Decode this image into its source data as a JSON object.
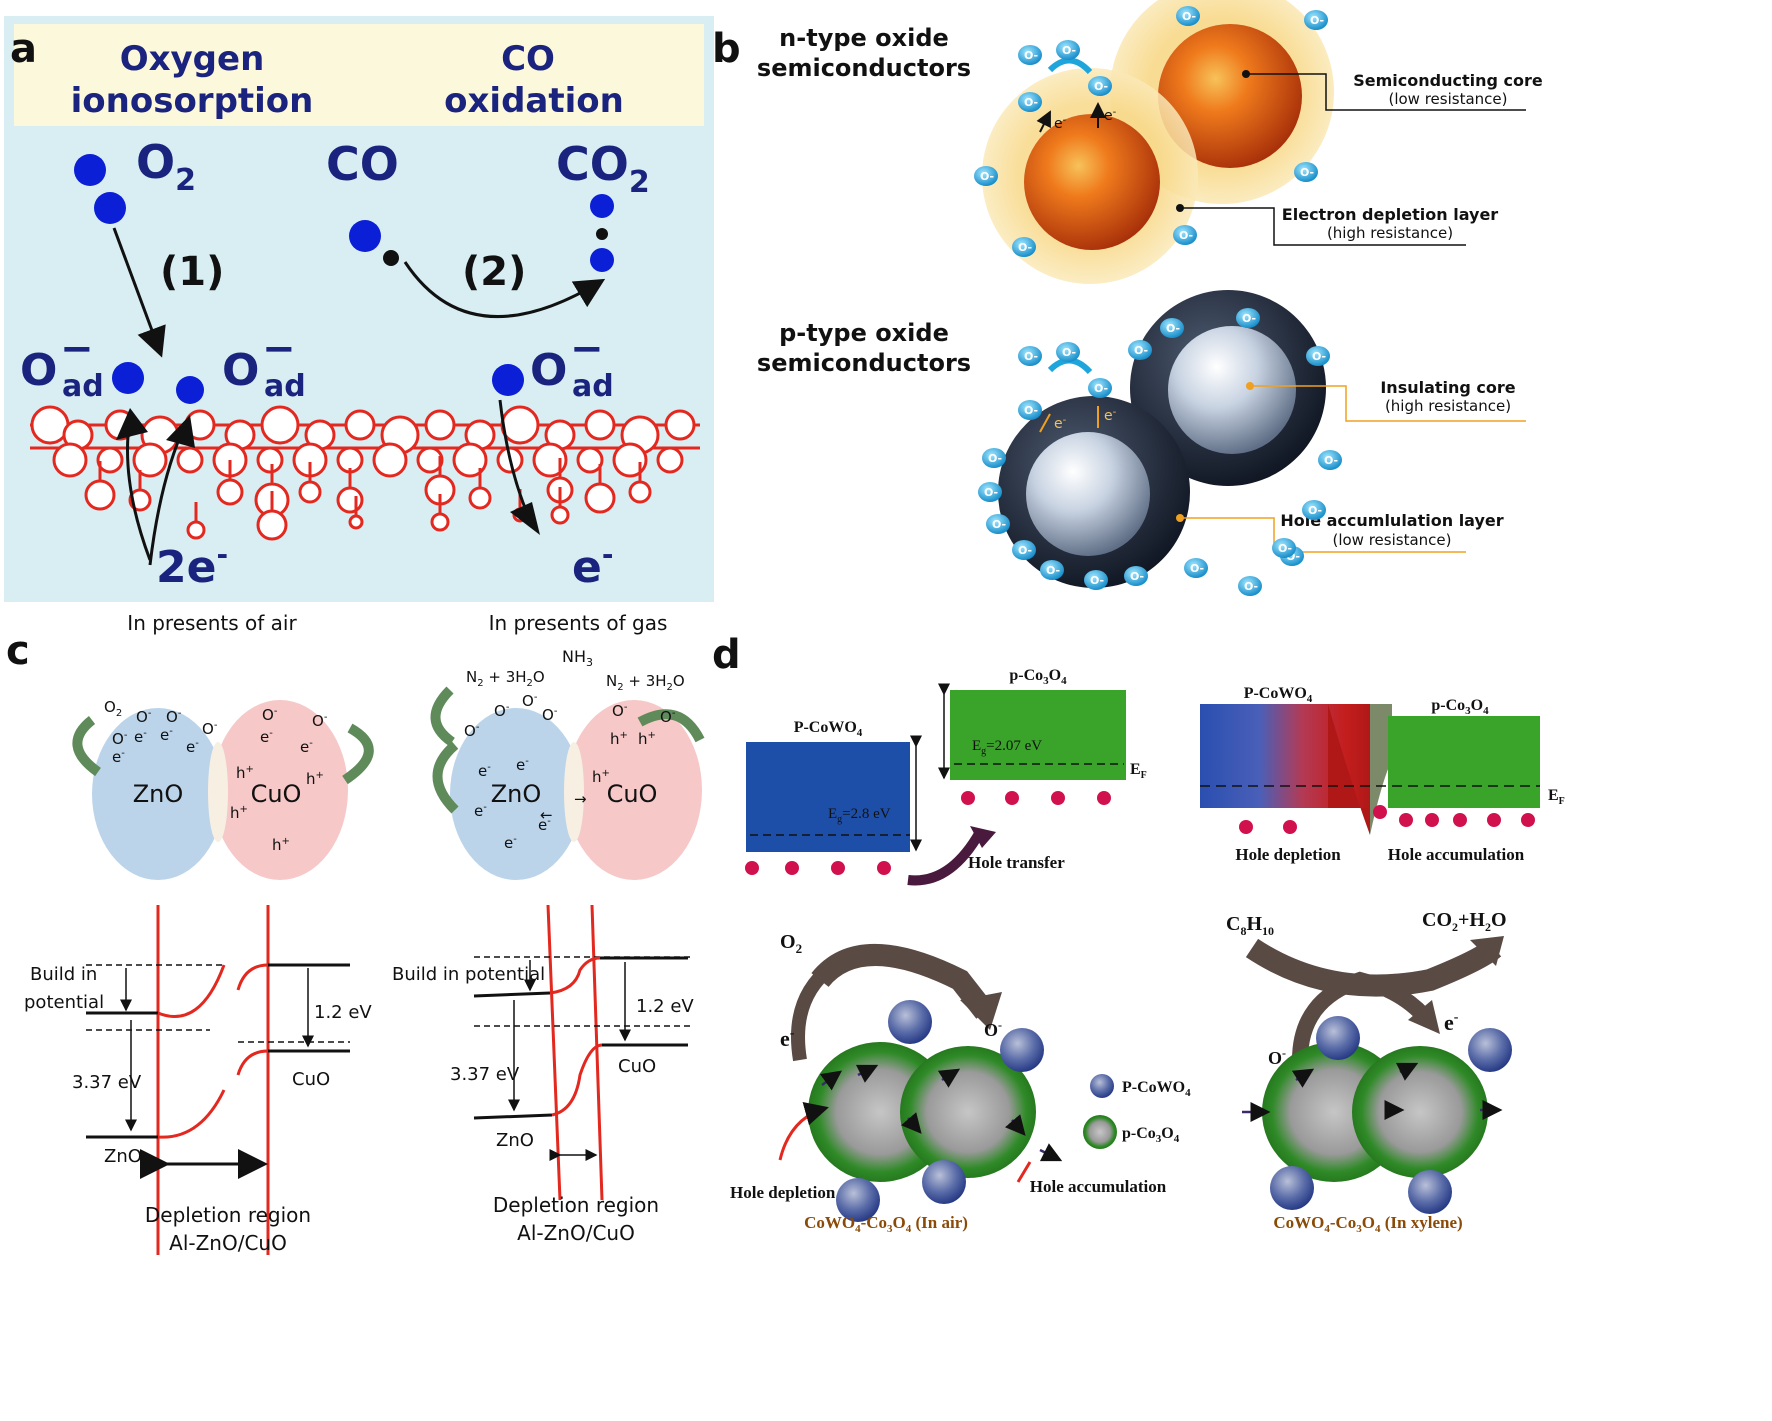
{
  "panels": {
    "a": {
      "label": "a",
      "header_left_line1": "Oxygen",
      "header_left_line2": "ionosorption",
      "header_right_line1": "CO",
      "header_right_line2": "oxidation",
      "o2_main": "O",
      "o2_sub": "2",
      "co_label": "CO",
      "co2_main": "CO",
      "co2_sub": "2",
      "step1": "(1)",
      "step2": "(2)",
      "oad_main": "O",
      "oad_sub": "ad",
      "oad_charge": "−",
      "electrons_left": "2e",
      "electrons_left_sup": "-",
      "electron_right": "e",
      "electron_right_sup": "-"
    },
    "b": {
      "label": "b",
      "n_title_line1": "n-type oxide",
      "n_title_line2": "semiconductors",
      "p_title_line1": "p-type oxide",
      "p_title_line2": "semiconductors",
      "n_core_label": "Semiconducting core",
      "n_core_sub": "(low resistance)",
      "n_layer_label": "Electron depletion layer",
      "n_layer_sub": "(high resistance)",
      "p_core_label": "Insulating core",
      "p_core_sub": "(high resistance)",
      "p_layer_label": "Hole accumlulation layer",
      "p_layer_sub": "(low resistance)",
      "ion_symbol": "O",
      "ion_charge": "-",
      "electron": "e",
      "electron_charge": "-"
    },
    "c": {
      "label": "c",
      "caption_air": "In presents of air",
      "caption_gas": "In presents of  gas",
      "zno": "ZnO",
      "cuo": "CuO",
      "o2_main": "O",
      "o2_sub": "2",
      "ion": "O",
      "ion_charge": "-",
      "electron": "e",
      "electron_charge": "-",
      "hole": "h",
      "hole_charge": "+",
      "nh3": "NH",
      "nh3_sub": "3",
      "n2_left": "N",
      "n2_sub": "2",
      "plus_water": " + 3H",
      "water_sub": "2",
      "water_end": "O",
      "build_in_line1": "Build in",
      "build_in_line2": "potential",
      "build_in_single": "Build in potential",
      "gap_zno": "3.37 eV",
      "offset": "1.2 eV",
      "depletion_line1": "Depletion region",
      "depletion_line2": "Al-ZnO/CuO"
    },
    "d": {
      "label": "d",
      "pcowo4_main": "P-CoWO",
      "pcowo4_sub": "4",
      "pco3o4_main": "p-Co",
      "pco3o4_sub1": "3",
      "pco3o4_mid": "O",
      "pco3o4_sub2": "4",
      "eg_blue_main": "E",
      "eg_blue_sub": "g",
      "eg_blue_val": "=2.8 eV",
      "eg_green_main": "E",
      "eg_green_sub": "g",
      "eg_green_val": "=2.07 eV",
      "ef_main": "E",
      "ef_sub": "F",
      "hole_transfer": "Hole transfer",
      "hole_depletion": "Hole depletion",
      "hole_accumulation": "Hole accumulation",
      "o2_main": "O",
      "o2_sub": "2",
      "electron": "e",
      "electron_charge": "-",
      "ion": "O",
      "ion_charge": "-",
      "c8h10_c": "C",
      "c8h10_8": "8",
      "c8h10_h": "H",
      "c8h10_10": "10",
      "products_co": "CO",
      "products_2a": "2",
      "products_plus": "+H",
      "products_2b": "2",
      "products_o": "O",
      "legend_pcowo4": "P-CoWO",
      "legend_pcowo4_sub": "4",
      "legend_pco3o4": "p-Co",
      "legend_pco3o4_sub1": "3",
      "legend_pco3o4_mid": "O",
      "legend_pco3o4_sub2": "4",
      "air_caption_main": "CoWO",
      "air_caption_s1": "4",
      "air_caption_mid": "-Co",
      "air_caption_s2": "3",
      "air_caption_o": "O",
      "air_caption_s3": "4",
      "air_caption_tail": " (In air)",
      "xylene_caption_tail": " (In xylene)"
    }
  },
  "colors": {
    "panel_a_bg": "#d8eef3",
    "panel_a_header": "#fbf8dc",
    "navy_text": "#1a237e",
    "blue_ball": "#0a1fd6",
    "lattice_red": "#e3281f",
    "orange_core": "#e85a10",
    "cyan_ion": "#1ea5dc",
    "zno_blue": "#bcd4ea",
    "cuo_pink": "#f6c8c8",
    "band_blue": "#1e4fa8",
    "band_green": "#3aa32a",
    "hole_red": "#d0114e",
    "arrow_brown": "#5a4a44",
    "grain_green": "#1f7a1a",
    "caption_brown": "#8a4b08"
  }
}
